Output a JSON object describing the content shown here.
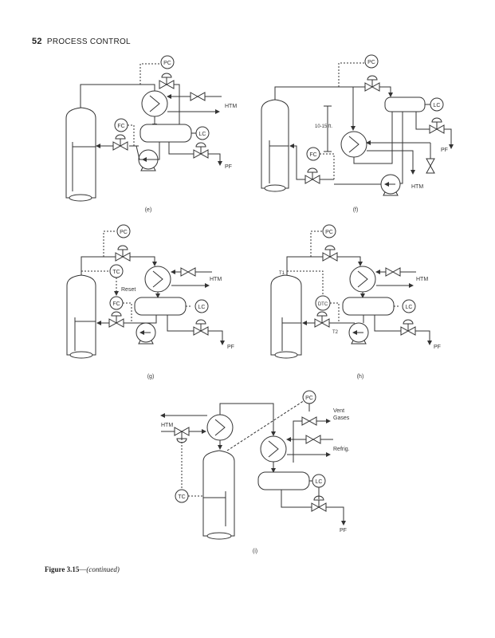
{
  "header": {
    "page_number": "52",
    "running_title": "PROCESS CONTROL"
  },
  "diagrams": {
    "e": {
      "label": "(e)",
      "instruments": {
        "pc": "PC",
        "fc": "FC",
        "lc": "LC"
      },
      "streams": {
        "htm": "HTM",
        "pf": "PF"
      }
    },
    "f": {
      "label": "(f)",
      "instruments": {
        "pc": "PC",
        "fc": "FC",
        "lc": "LC"
      },
      "streams": {
        "htm": "HTM",
        "pf": "PF"
      },
      "annotation": "10-15 ft."
    },
    "g": {
      "label": "(g)",
      "instruments": {
        "pc": "PC",
        "tc": "TC",
        "fc": "FC",
        "lc": "LC"
      },
      "streams": {
        "htm": "HTM",
        "pf": "PF"
      },
      "annotation": "Reset"
    },
    "h": {
      "label": "(h)",
      "instruments": {
        "pc": "PC",
        "dtc": "DTC",
        "lc": "LC"
      },
      "streams": {
        "htm": "HTM",
        "pf": "PF"
      },
      "t1": "T1",
      "t2": "T2"
    },
    "i": {
      "label": "(i)",
      "instruments": {
        "pc": "PC",
        "tc": "TC",
        "lc": "LC"
      },
      "streams": {
        "htm": "HTM",
        "pf": "PF",
        "vent": "Vent",
        "vent2": "Gases",
        "refrig": "Refrig."
      }
    }
  },
  "caption": {
    "figure": "Figure 3.15",
    "note": "(continued)"
  }
}
